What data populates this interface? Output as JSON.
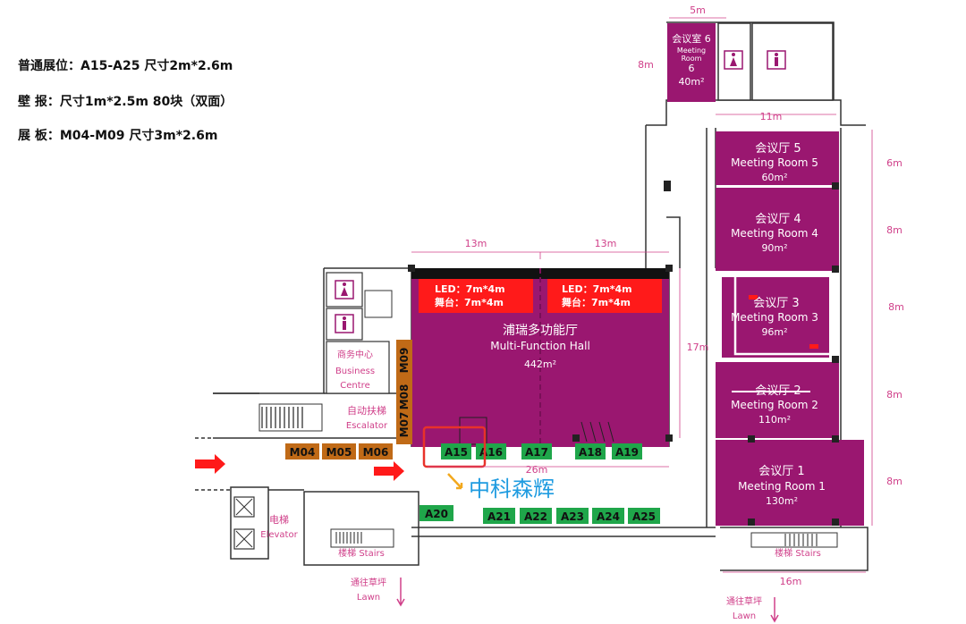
{
  "legend": {
    "line1": "普通展位：A15-A25    尺寸2m*2.6m",
    "line2": "壁      报：尺寸1m*2.5m 80块（双面）",
    "line3": "展      板：M04-M09    尺寸3m*2.6m"
  },
  "dimensions": {
    "top_5m": "5m",
    "left_8m": "8m",
    "mid_11m": "11m",
    "hall_13m_a": "13m",
    "hall_13m_b": "13m",
    "hall_17m": "17m",
    "bottom_26m": "26m",
    "bottom_16m": "16m",
    "right_6m": "6m",
    "right_8m_a": "8m",
    "right_8m_b": "8m",
    "right_8m_c": "8m",
    "right_8m_d": "8m"
  },
  "rooms": {
    "room6": {
      "cn": "会议室 6",
      "en1": "Meeting",
      "en2": "Room",
      "num": "6",
      "area": "40m²"
    },
    "room5": {
      "cn": "会议厅 5",
      "en": "Meeting Room 5",
      "area": "60m²"
    },
    "room4": {
      "cn": "会议厅 4",
      "en": "Meeting Room 4",
      "area": "90m²"
    },
    "room3": {
      "cn": "会议厅 3",
      "en": "Meeting Room 3",
      "area": "96m²"
    },
    "room2": {
      "cn": "会议厅 2",
      "en": "Meeting Room 2",
      "area": "110m²"
    },
    "room1": {
      "cn": "会议厅 1",
      "en": "Meeting Room 1",
      "area": "130m²"
    }
  },
  "hall": {
    "cn": "浦瑞多功能厅",
    "en": "Multi-Function Hall",
    "area": "442m²",
    "led_left_1": "LED：7m*4m",
    "led_left_2": "舞台：7m*4m",
    "led_right_1": "LED：7m*4m",
    "led_right_2": "舞台：7m*4m"
  },
  "facilities": {
    "business_cn": "商务中心",
    "business_en1": "Business",
    "business_en2": "Centre",
    "escalator_cn": "自动扶梯",
    "escalator_en": "Escalator",
    "elevator_cn": "电梯",
    "elevator_en": "Elevator",
    "stairs_left": "楼梯 Stairs",
    "stairs_right": "楼梯 Stairs",
    "lawn_left_cn": "通往草坪",
    "lawn_left_en": "Lawn",
    "lawn_right_cn": "通往草坪",
    "lawn_right_en": "Lawn"
  },
  "booths_orange": [
    "M04",
    "M05",
    "M06",
    "M07",
    "M08",
    "M09"
  ],
  "booths_green": [
    "A15",
    "A16",
    "A17",
    "A18",
    "A19",
    "A20",
    "A21",
    "A22",
    "A23",
    "A24",
    "A25"
  ],
  "highlight": {
    "company": "中科森辉",
    "booth": "A15"
  },
  "colors": {
    "room": "#9a1770",
    "booth_green": "#1fa64a",
    "booth_orange": "#c06a17",
    "led": "#ff1a1a",
    "dim_text": "#d0408a",
    "highlight_blue": "#1e9be0"
  }
}
